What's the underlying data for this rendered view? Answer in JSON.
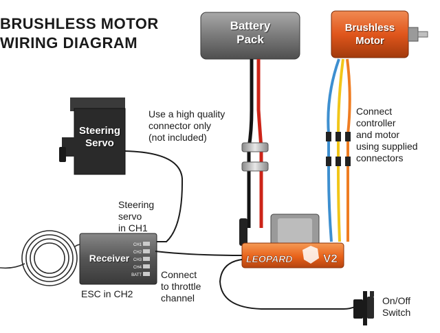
{
  "title": {
    "line1": "BRUSHLESS MOTOR",
    "line2": "WIRING DIAGRAM"
  },
  "components": {
    "battery_pack": {
      "line1": "Battery",
      "line2": "Pack"
    },
    "brushless_motor": {
      "line1": "Brushless",
      "line2": "Motor"
    },
    "steering_servo": {
      "line1": "Steering",
      "line2": "Servo"
    },
    "receiver": {
      "label": "Receiver",
      "channels": [
        "CH1",
        "CH2",
        "CH3",
        "CH4",
        "BATT"
      ]
    },
    "esc": {
      "brand": "LEOPARD",
      "model": "V2"
    }
  },
  "notes": {
    "connector": [
      "Use a high quality",
      "connector only",
      "(not included)"
    ],
    "motor_connect": [
      "Connect",
      "controller",
      "and motor",
      "using supplied",
      "connectors"
    ],
    "steering_ch1": [
      "Steering",
      "servo",
      "in CH1"
    ],
    "esc_ch2": "ESC in CH2",
    "throttle": [
      "Connect",
      "to throttle",
      "channel"
    ],
    "switch": [
      "On/Off",
      "Switch"
    ]
  },
  "colors": {
    "battery": "#7a7a7a",
    "motor": "#e0561c",
    "esc": "#e8621a",
    "receiver": "#555555",
    "servo": "#2a2a2a",
    "wire_red": "#cc2418",
    "wire_black": "#141414",
    "wire_yellow": "#f2c618",
    "wire_blue": "#3d8fd0",
    "wire_orange": "#ef7d22"
  }
}
